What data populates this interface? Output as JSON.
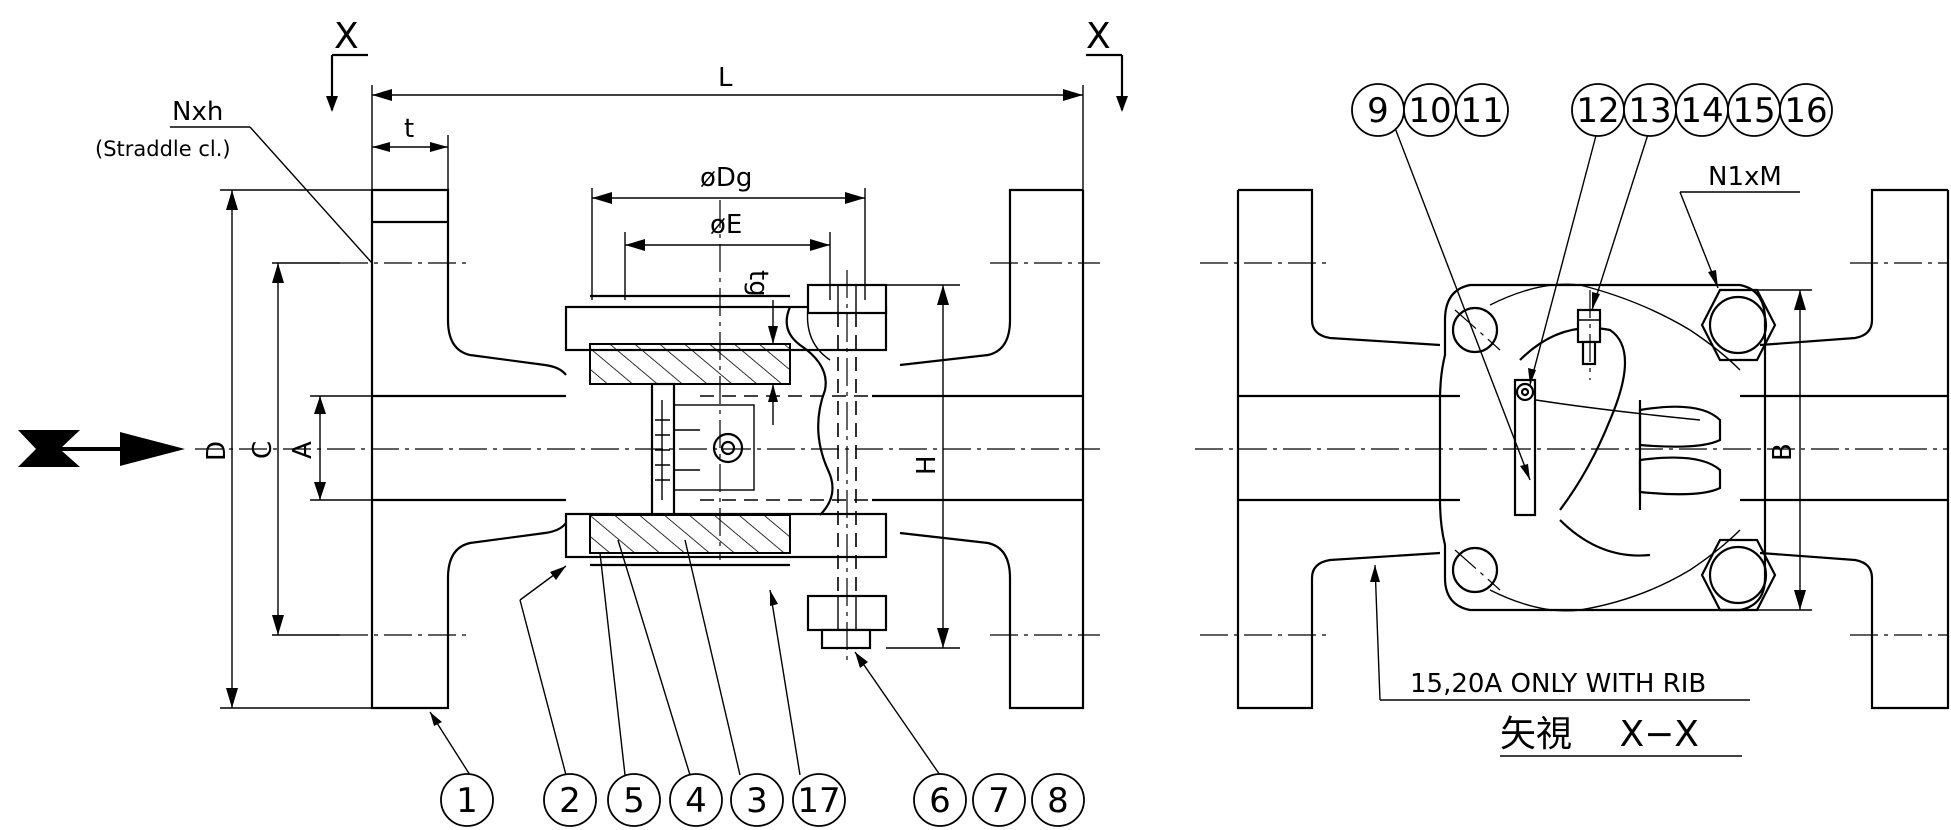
{
  "section_marks": {
    "left": "X",
    "right": "X"
  },
  "dimensions": {
    "L": "L",
    "t": "t",
    "Nxh": "Nxh",
    "straddle": "(Straddle cl.)",
    "Dg": "øDg",
    "E": "øE",
    "tg": "tg",
    "D": "D",
    "C": "C",
    "A": "A",
    "H": "H",
    "B": "B",
    "N1xM": "N1xM"
  },
  "balloons": {
    "b1": "1",
    "b2": "2",
    "b5": "5",
    "b4": "4",
    "b3": "3",
    "b17": "17",
    "b6": "6",
    "b7": "7",
    "b8": "8",
    "b9": "9",
    "b10": "10",
    "b11": "11",
    "b12": "12",
    "b13": "13",
    "b14": "14",
    "b15": "15",
    "b16": "16"
  },
  "notes": {
    "rib": "15,20A ONLY WITH RIB",
    "view_label": "矢視　 X−X"
  }
}
